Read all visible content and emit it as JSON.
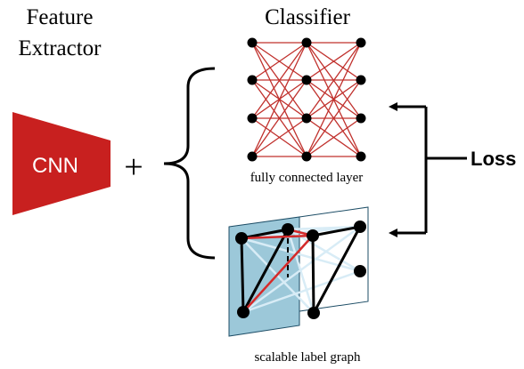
{
  "titles": {
    "feature_extractor_line1": "Feature",
    "feature_extractor_line2": "Extractor",
    "classifier": "Classifier"
  },
  "cnn": {
    "label": "CNN",
    "color": "#c8201f"
  },
  "plus": "+",
  "loss": "Loss",
  "fc_layer": {
    "caption": "fully connected layer",
    "edge_color": "#c0302c"
  },
  "label_graph": {
    "caption": "scalable label graph",
    "plane_color": "#5aa3c0",
    "highlight_color": "#d42a2a"
  }
}
